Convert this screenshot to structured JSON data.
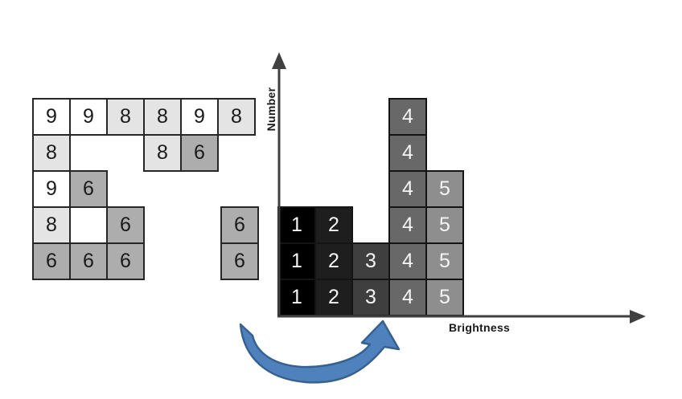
{
  "colors": {
    "background": "#ffffff",
    "cell_border": "#262626",
    "hist_border": "#141414",
    "shade_white": "#ffffff",
    "shade_light": "#e4e4e4",
    "shade_mid": "#adadad",
    "hist_1": "#000000",
    "hist_2": "#1e1e1e",
    "hist_3": "#3f3f3f",
    "hist_4": "#686868",
    "hist_5": "#8e8e8e",
    "axis": "#404040",
    "arrow_fill": "#4f81bd",
    "arrow_stroke": "#36618f",
    "text_dark": "#1a1a1a",
    "text_light": "#f5f5f5"
  },
  "pixel_grid": {
    "cells": [
      {
        "row": 0,
        "col": 0,
        "value": "9",
        "shade": "white"
      },
      {
        "row": 0,
        "col": 1,
        "value": "9",
        "shade": "white"
      },
      {
        "row": 0,
        "col": 2,
        "value": "8",
        "shade": "light"
      },
      {
        "row": 0,
        "col": 3,
        "value": "8",
        "shade": "light"
      },
      {
        "row": 0,
        "col": 4,
        "value": "9",
        "shade": "white"
      },
      {
        "row": 0,
        "col": 5,
        "value": "8",
        "shade": "light"
      },
      {
        "row": 1,
        "col": 0,
        "value": "8",
        "shade": "light"
      },
      {
        "row": 1,
        "col": 3,
        "value": "8",
        "shade": "light"
      },
      {
        "row": 1,
        "col": 4,
        "value": "6",
        "shade": "mid"
      },
      {
        "row": 2,
        "col": 0,
        "value": "9",
        "shade": "white"
      },
      {
        "row": 2,
        "col": 1,
        "value": "6",
        "shade": "mid"
      },
      {
        "row": 3,
        "col": 0,
        "value": "8",
        "shade": "light"
      },
      {
        "row": 3,
        "col": 1,
        "value": "",
        "shade": "white"
      },
      {
        "row": 3,
        "col": 2,
        "value": "6",
        "shade": "mid"
      },
      {
        "row": 4,
        "col": 0,
        "value": "6",
        "shade": "mid"
      },
      {
        "row": 4,
        "col": 1,
        "value": "6",
        "shade": "mid"
      },
      {
        "row": 4,
        "col": 2,
        "value": "6",
        "shade": "mid"
      }
    ],
    "detached_cells": [
      {
        "row": 3,
        "value": "6",
        "shade": "mid"
      },
      {
        "row": 4,
        "value": "6",
        "shade": "mid"
      }
    ]
  },
  "histogram": {
    "y_axis_label": "Number",
    "x_axis_label": "Brightness",
    "columns": [
      {
        "value": "1",
        "count": 3,
        "shade": "hist_1"
      },
      {
        "value": "2",
        "count": 3,
        "shade": "hist_2"
      },
      {
        "value": "3",
        "count": 2,
        "shade": "hist_3"
      },
      {
        "value": "4",
        "count": 6,
        "shade": "hist_4"
      },
      {
        "value": "5",
        "count": 4,
        "shade": "hist_5"
      }
    ]
  },
  "chart_data": {
    "type": "bar",
    "categories": [
      "1",
      "2",
      "3",
      "4",
      "5"
    ],
    "values": [
      3,
      3,
      2,
      6,
      4
    ],
    "title": "",
    "xlabel": "Brightness",
    "ylabel": "Number",
    "ylim": [
      0,
      6
    ],
    "notes": "Histogram drawn as stacks of unit cells; each cell is labeled with its brightness value and shaded from black (1) to light gray (5)."
  }
}
